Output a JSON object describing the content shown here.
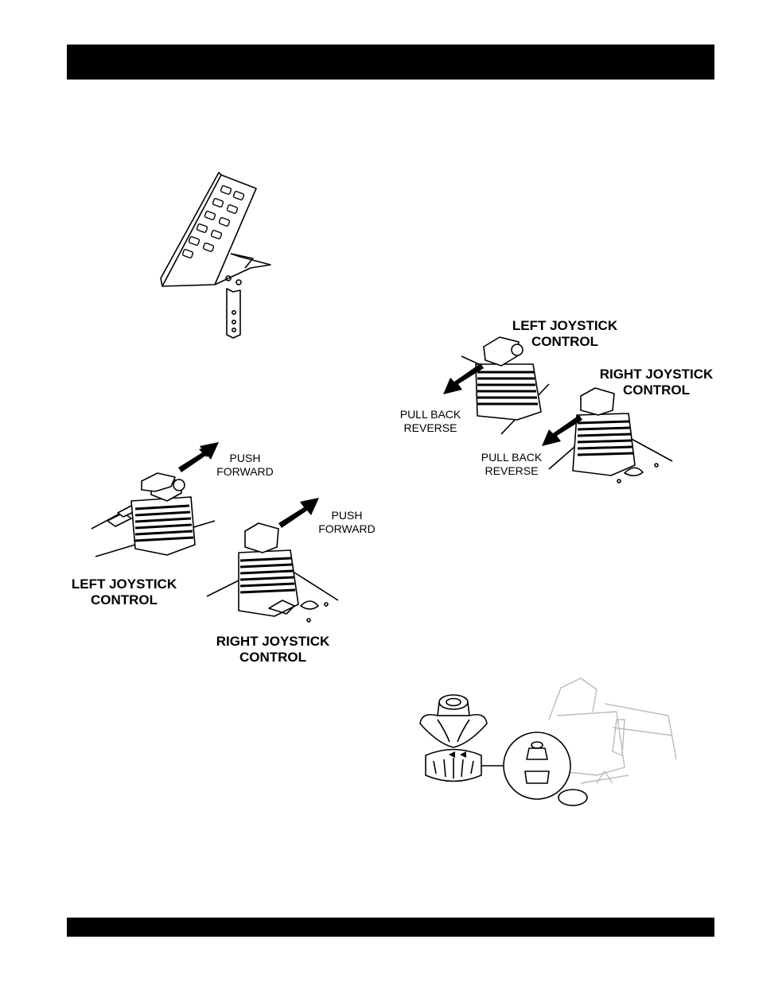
{
  "figure_forward": {
    "push_forward_left": [
      "PUSH",
      "FORWARD"
    ],
    "push_forward_right": [
      "PUSH",
      "FORWARD"
    ],
    "left_joystick": [
      "LEFT JOYSTICK",
      "CONTROL"
    ],
    "right_joystick": [
      "RIGHT JOYSTICK",
      "CONTROL"
    ]
  },
  "figure_reverse": {
    "left_joystick": [
      "LEFT JOYSTICK",
      "CONTROL"
    ],
    "right_joystick": [
      "RIGHT JOYSTICK",
      "CONTROL"
    ],
    "pull_back_left": [
      "PULL BACK",
      "REVERSE"
    ],
    "pull_back_right": [
      "PULL BACK",
      "REVERSE"
    ]
  }
}
